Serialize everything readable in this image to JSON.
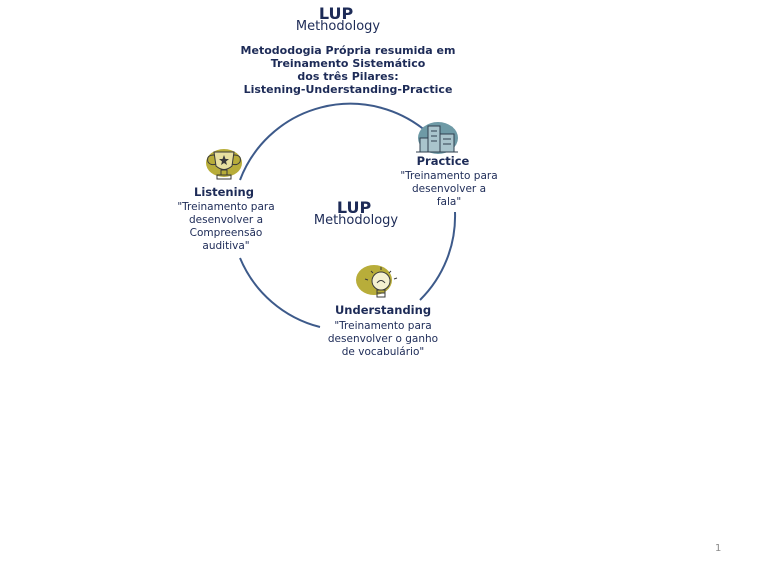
{
  "header": {
    "title": "LUP",
    "subtitle": "Methodology",
    "intro_lines": [
      "Metododogia Própria resumida em",
      "Treinamento Sistemático",
      "dos três Pilares:",
      "Listening-Understanding-Practice"
    ]
  },
  "center": {
    "title": "LUP",
    "subtitle": "Methodology"
  },
  "pillars": {
    "listening": {
      "title": "Listening",
      "lines": [
        "\"Treinamento para",
        "desenvolver a",
        "Compreensão",
        "auditiva\""
      ],
      "icon": "trophy-icon"
    },
    "practice": {
      "title": "Practice",
      "lines": [
        "\"Treinamento para",
        "desenvolver a",
        "fala\""
      ],
      "icon": "buildings-icon"
    },
    "understanding": {
      "title": "Understanding",
      "lines": [
        "\"Treinamento para",
        "desenvolver o ganho",
        "de vocabulário\""
      ],
      "icon": "lightbulb-icon"
    }
  },
  "colors": {
    "navy": "#1d2b57",
    "circle": "#3d5a8a",
    "olive": "#b8ad3a",
    "teal": "#6e9aa6"
  },
  "page_number": "1"
}
